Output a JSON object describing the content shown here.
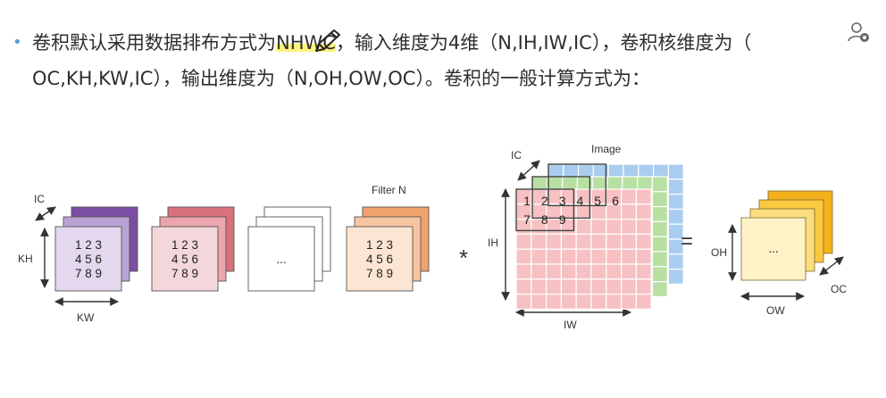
{
  "text": {
    "line1_pre": "卷积默认采用数据排布方式为",
    "line1_hl": "NHWC",
    "line1_post": "，输入维度为4维（N,IH,IW,IC），卷积核维度为（",
    "line2": "OC,KH,KW,IC），输出维度为（N,OH,OW,OC）。卷积的一般计算方式为："
  },
  "icons": {
    "bullet": "•",
    "pen": "pen-icon",
    "user": "user-settings-icon"
  },
  "filters": [
    {
      "name": "filter-1",
      "rows": [
        "1 2 3",
        "4 5 6",
        "7 8 9"
      ],
      "colors": [
        "#7b4ea3",
        "#b9a2d4",
        "#e3d8ee"
      ]
    },
    {
      "name": "filter-2",
      "rows": [
        "1 2 3",
        "4 5 6",
        "7 8 9"
      ],
      "colors": [
        "#d9727c",
        "#eba5ac",
        "#f4d7da"
      ]
    },
    {
      "name": "filter-ellipsis",
      "rows": [
        "..."
      ],
      "colors": [
        "#ffffff",
        "#ffffff",
        "#ffffff"
      ]
    },
    {
      "name": "filter-n",
      "rows": [
        "1 2 3",
        "4 5 6",
        "7 8 9"
      ],
      "colors": [
        "#f1a36c",
        "#f6c59f",
        "#fce6d3"
      ]
    }
  ],
  "labels": {
    "ic": "IC",
    "kh": "KH",
    "kw": "KW",
    "filter_n": "Filter N",
    "multiply": "*",
    "image": "Image",
    "image_ic": "IC",
    "ih": "IH",
    "iw": "IW",
    "equals": "=",
    "oh": "OH",
    "ow": "OW",
    "oc": "OC",
    "output_dots": "..."
  },
  "image": {
    "grid": [
      [
        "1",
        "2",
        "3",
        "4",
        "5",
        "6"
      ],
      [
        "7",
        "8",
        "9",
        "",
        "",
        ""
      ]
    ],
    "colors": [
      "#a9cdf0",
      "#b8e0a3",
      "#f7c1c3"
    ]
  },
  "output": {
    "colors": [
      "#f3b21b",
      "#f9c93f",
      "#fbdd7d",
      "#fff2c6"
    ]
  }
}
